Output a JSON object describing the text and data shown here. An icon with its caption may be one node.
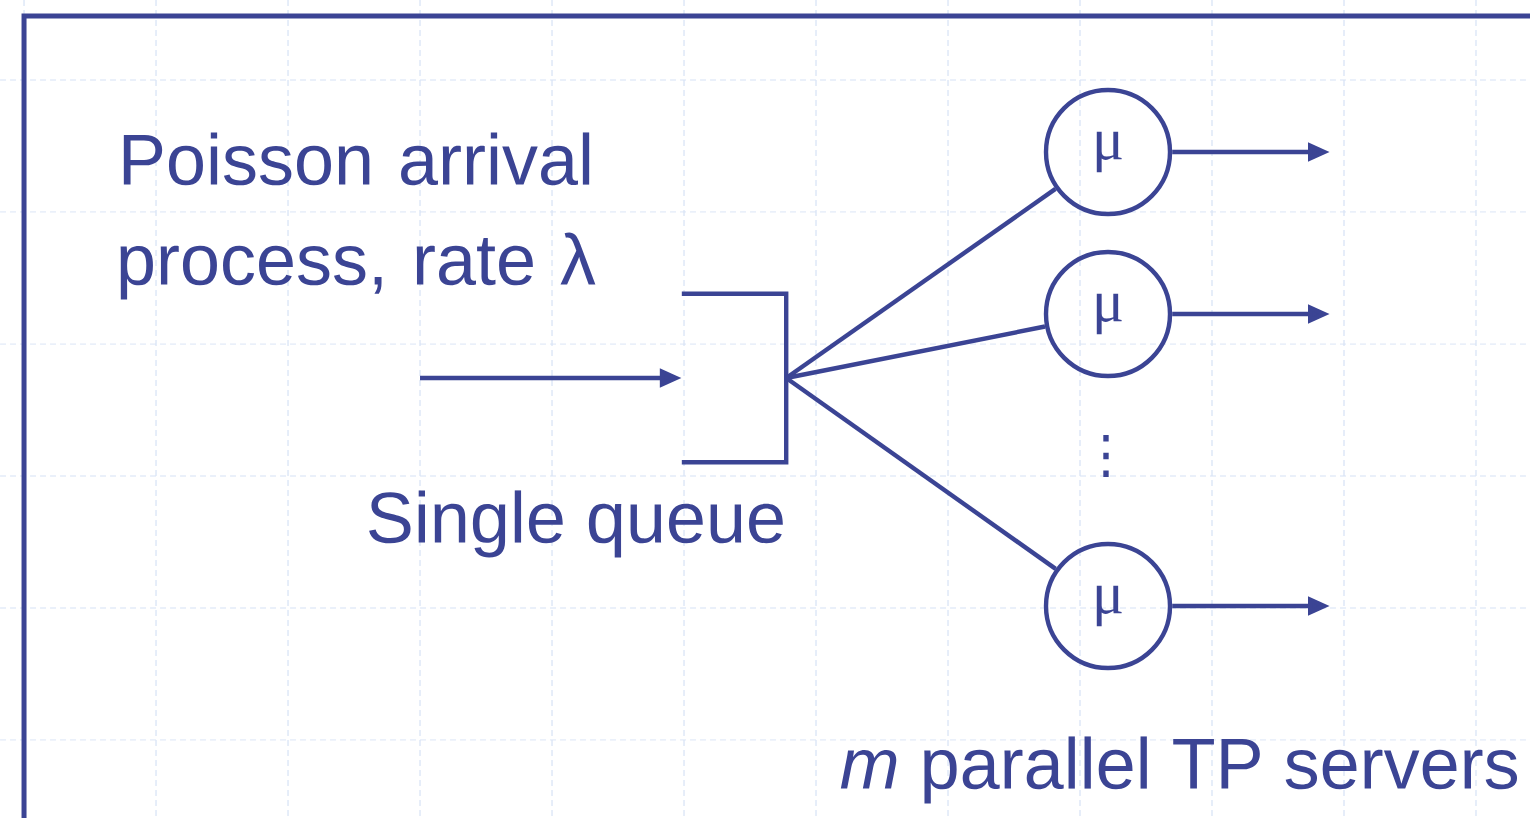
{
  "diagram": {
    "nodes": [
      {
        "text": [],
        "shape": "box",
        "beside": [
          "Single queue"
        ]
      },
      {
        "text": [
          "μ"
        ]
      },
      {
        "text": [
          "μ"
        ]
      },
      {
        "text": [
          "μ"
        ]
      }
    ],
    "edges": [
      {
        "from": null,
        "to": 0,
        "arrow": "to"
      },
      {
        "from": 0,
        "to": 1,
        "arrow": "none"
      },
      {
        "from": 0,
        "to": 2,
        "arrow": "none"
      },
      {
        "from": 0,
        "to": 3,
        "arrow": "none"
      },
      {
        "from": 1,
        "to": null,
        "arrow": "to"
      },
      {
        "from": 2,
        "to": null,
        "arrow": "to"
      },
      {
        "from": 3,
        "to": null,
        "arrow": "to"
      }
    ],
    "labels": [
      "Poisson arrival process, rate λ",
      "⋮",
      "*m* parallel TP servers"
    ]
  }
}
